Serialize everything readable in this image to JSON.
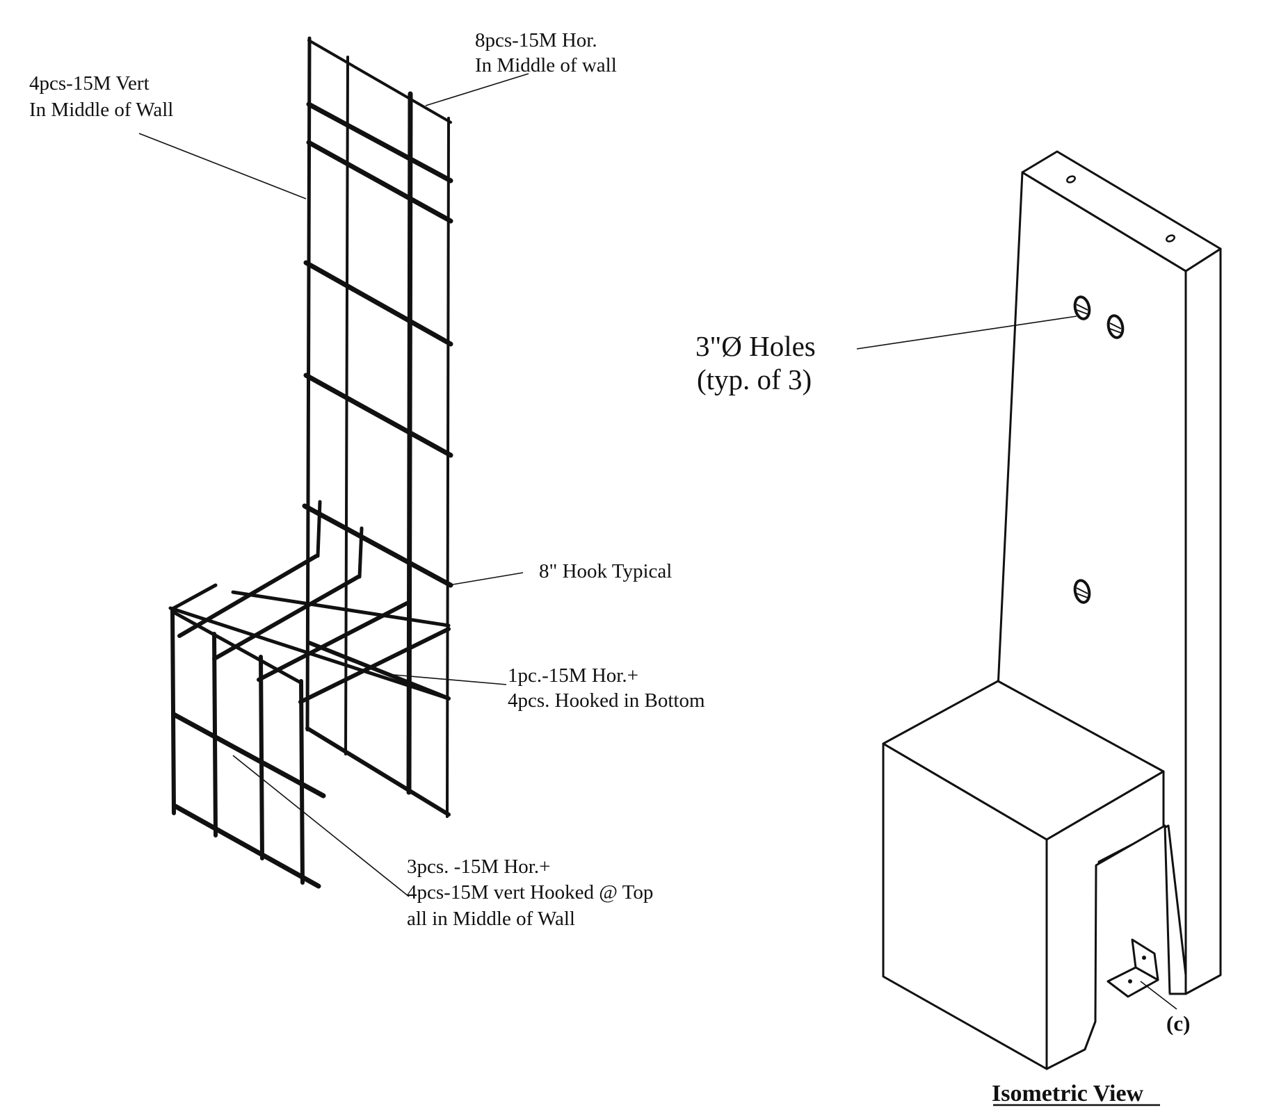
{
  "rebar_labels": {
    "top_horizontal_line1": "8pcs-15M Hor.",
    "top_horizontal_line2": "In Middle of wall",
    "vertical_line1": "4pcs-15M Vert",
    "vertical_line2": "In Middle of Wall",
    "hook_typical": "8\" Hook Typical",
    "bottom_line1": "1pc.-15M Hor.+",
    "bottom_line2": "4pcs. Hooked in Bottom",
    "seat_line1": "3pcs. -15M Hor.+",
    "seat_line2": "4pcs-15M vert Hooked @ Top",
    "seat_line3": "all in Middle of Wall"
  },
  "isometric_labels": {
    "holes_line1": "3\"Ø Holes",
    "holes_line2": "(typ. of 3)",
    "bracket": "(c)",
    "view_title": "Isometric View"
  }
}
